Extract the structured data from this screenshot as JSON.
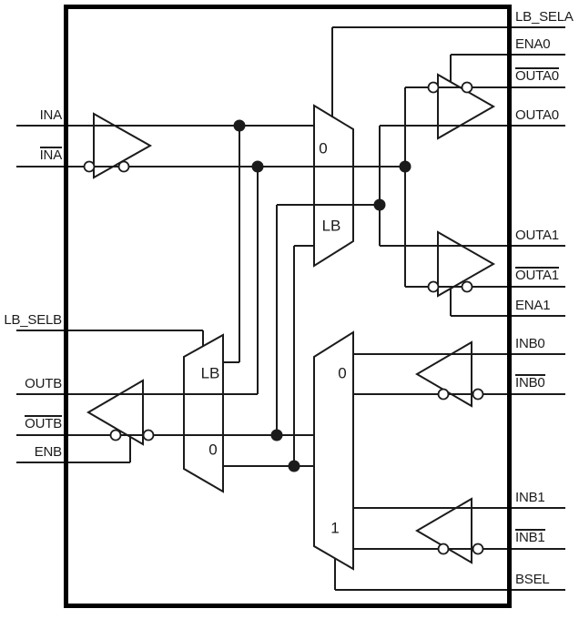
{
  "diagram": {
    "type": "functional-block-diagram",
    "background_color": "#ffffff",
    "line_color": "#1b1b1b",
    "pins": {
      "left": [
        {
          "id": "INA",
          "label": "INA",
          "overline": false
        },
        {
          "id": "INA_N",
          "label": "INA",
          "overline": true
        },
        {
          "id": "LB_SELB",
          "label": "LB_SELB",
          "overline": false
        },
        {
          "id": "OUTB",
          "label": "OUTB",
          "overline": false
        },
        {
          "id": "OUTB_N",
          "label": "OUTB",
          "overline": true
        },
        {
          "id": "ENB",
          "label": "ENB",
          "overline": false
        }
      ],
      "right": [
        {
          "id": "LB_SELA",
          "label": "LB_SELA",
          "overline": false
        },
        {
          "id": "ENA0",
          "label": "ENA0",
          "overline": false
        },
        {
          "id": "OUTA0_N",
          "label": "OUTA0",
          "overline": true
        },
        {
          "id": "OUTA0",
          "label": "OUTA0",
          "overline": false
        },
        {
          "id": "OUTA1",
          "label": "OUTA1",
          "overline": false
        },
        {
          "id": "OUTA1_N",
          "label": "OUTA1",
          "overline": true
        },
        {
          "id": "ENA1",
          "label": "ENA1",
          "overline": false
        },
        {
          "id": "INB0",
          "label": "INB0",
          "overline": false
        },
        {
          "id": "INB0_N",
          "label": "INB0",
          "overline": true
        },
        {
          "id": "INB1",
          "label": "INB1",
          "overline": false
        },
        {
          "id": "INB1_N",
          "label": "INB1",
          "overline": true
        },
        {
          "id": "BSEL",
          "label": "BSEL",
          "overline": false
        }
      ]
    },
    "muxes": {
      "mux_a": {
        "top_label": "0",
        "bottom_label": "LB"
      },
      "mux_b_out": {
        "top_label": "LB",
        "bottom_label": "0"
      },
      "mux_b_in": {
        "top_label": "0",
        "bottom_label": "1"
      }
    }
  }
}
